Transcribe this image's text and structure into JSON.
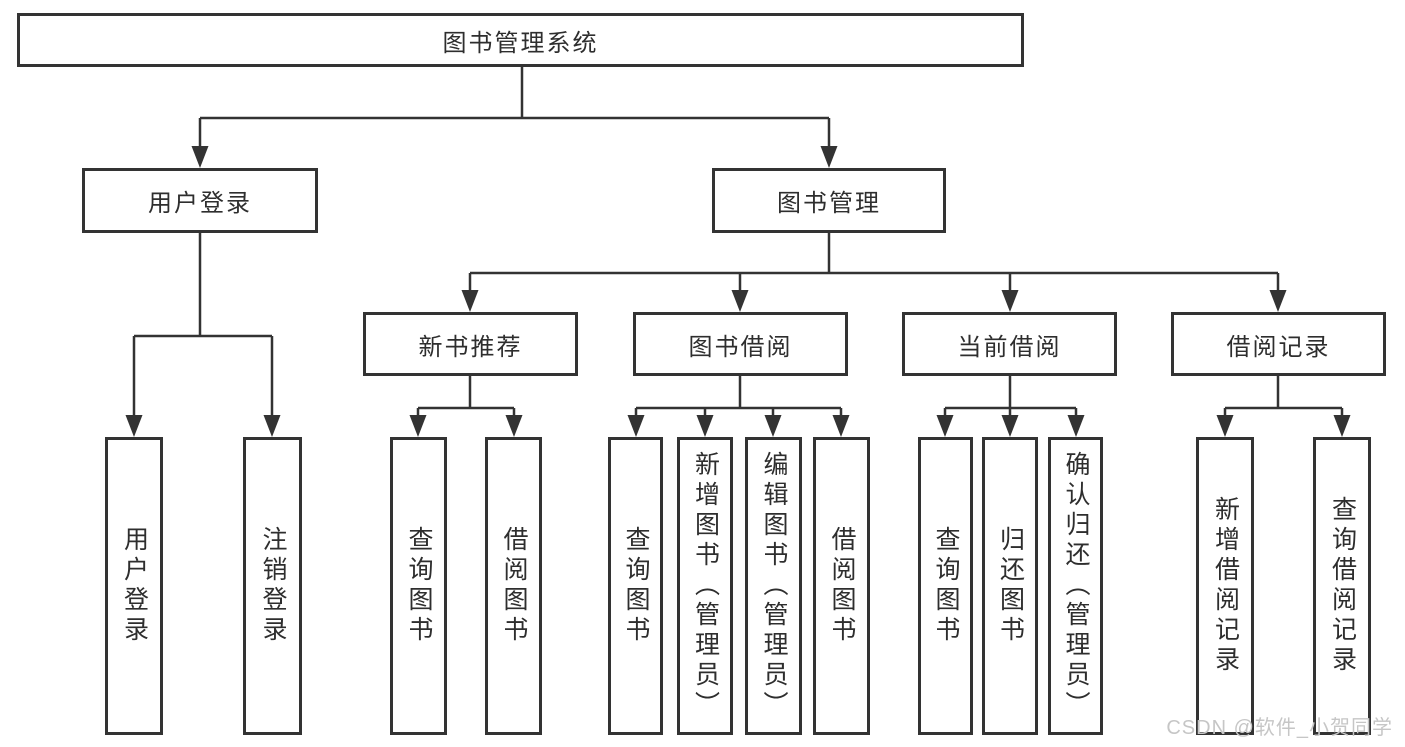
{
  "colors": {
    "background": "#ffffff",
    "line": "#333333",
    "box_border": "#333333",
    "text": "#2e2e2e",
    "watermark": "#c6c6c6"
  },
  "watermark": {
    "text": "CSDN @软件_小贺同学"
  },
  "diagram": {
    "type": "hierarchy-tree",
    "root": {
      "label": "图书管理系统",
      "children": [
        {
          "label": "用户登录",
          "children": [
            {
              "label": "用户登录"
            },
            {
              "label": "注销登录"
            }
          ]
        },
        {
          "label": "图书管理",
          "children": [
            {
              "label": "新书推荐",
              "children": [
                {
                  "label": "查询图书"
                },
                {
                  "label": "借阅图书"
                }
              ]
            },
            {
              "label": "图书借阅",
              "children": [
                {
                  "label": "查询图书"
                },
                {
                  "label": "新增图书（管理员）"
                },
                {
                  "label": "编辑图书（管理员）"
                },
                {
                  "label": "借阅图书"
                }
              ]
            },
            {
              "label": "当前借阅",
              "children": [
                {
                  "label": "查询图书"
                },
                {
                  "label": "归还图书"
                },
                {
                  "label": "确认归还（管理员）"
                }
              ]
            },
            {
              "label": "借阅记录",
              "children": [
                {
                  "label": "新增借阅记录"
                },
                {
                  "label": "查询借阅记录"
                }
              ]
            }
          ]
        }
      ]
    }
  }
}
